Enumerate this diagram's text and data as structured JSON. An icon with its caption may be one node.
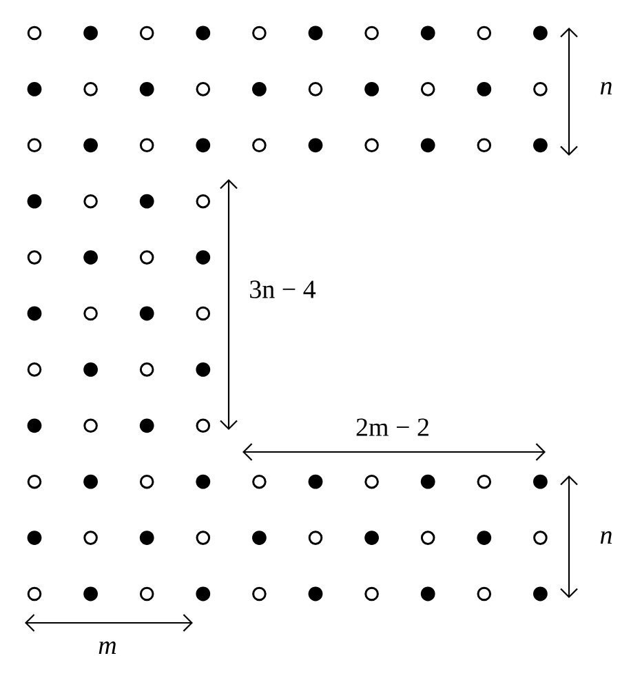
{
  "diagram": {
    "labels": [
      "n",
      "3n − 4",
      "2m − 2",
      "n",
      "m"
    ]
  }
}
